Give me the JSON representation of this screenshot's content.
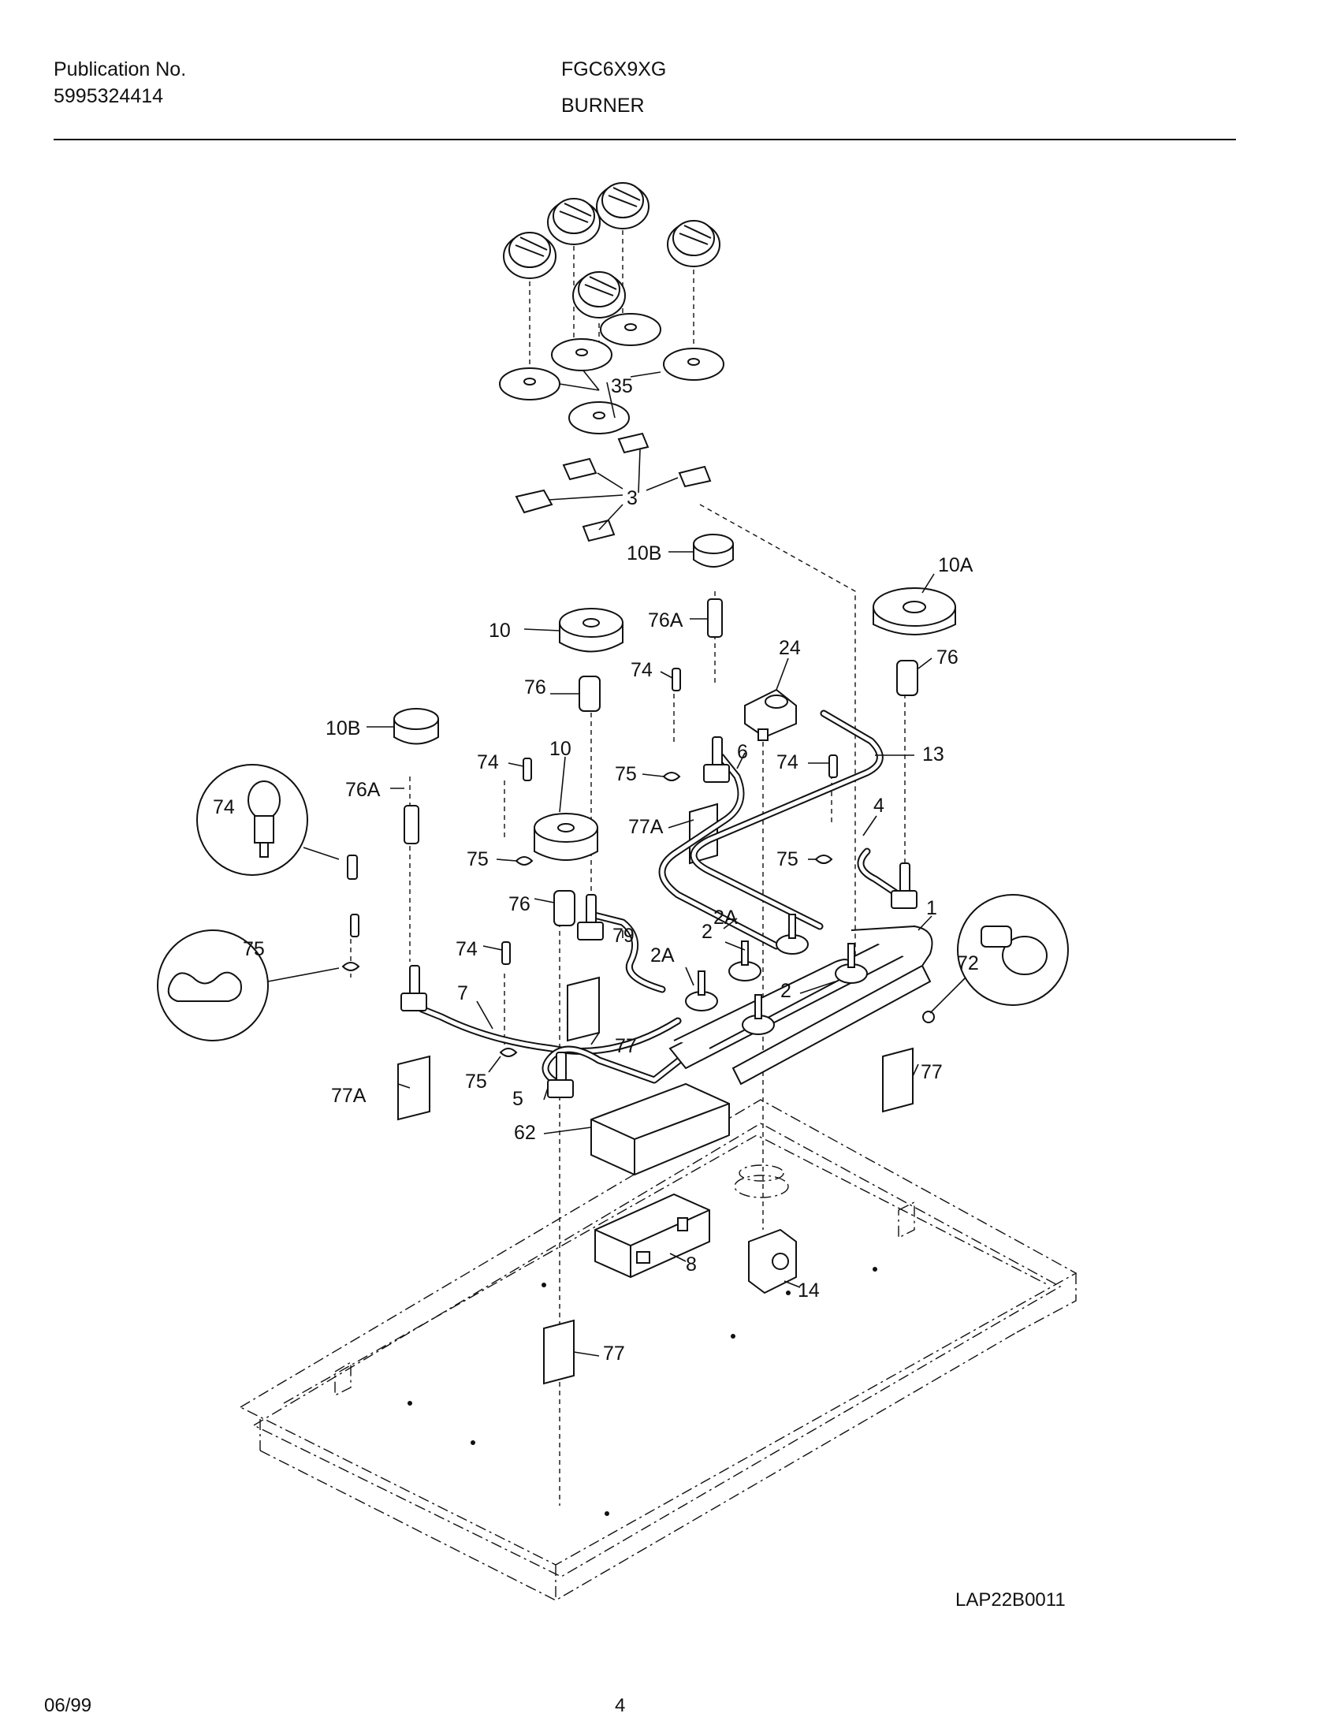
{
  "header": {
    "publication_label": "Publication No.",
    "publication_number": "5995324414",
    "model": "FGC6X9XG",
    "section": "BURNER"
  },
  "footer": {
    "diagram_code": "LAP22B0011",
    "date": "06/99",
    "page_number": "4"
  },
  "parts": {
    "p35": "35",
    "p3": "3",
    "p10B_top": "10B",
    "p10A": "10A",
    "p10_upper": "10",
    "p76A_upper": "76A",
    "p24": "24",
    "p74_upper": "74",
    "p76_upper": "76",
    "p76_right": "76",
    "p10B_left": "10B",
    "p74_mid": "74",
    "p10_lower": "10",
    "p6": "6",
    "p74_right": "74",
    "p13": "13",
    "p74_callout": "74",
    "p76A_left": "76A",
    "p75_upper": "75",
    "p77A_upper": "77A",
    "p4": "4",
    "p75_mid": "75",
    "p75_right": "75",
    "p76_lower": "76",
    "p2A_upper": "2A",
    "p1": "1",
    "p79": "79",
    "p2_upper": "2",
    "p75_callout": "75",
    "p74_lower": "74",
    "p2A_lower": "2A",
    "p72": "72",
    "p7": "7",
    "p2_lower": "2",
    "p77_mid": "77",
    "p77A_lower": "77A",
    "p75_lower": "75",
    "p5": "5",
    "p77_right": "77",
    "p62": "62",
    "p8": "8",
    "p14": "14",
    "p77_bottom": "77"
  }
}
